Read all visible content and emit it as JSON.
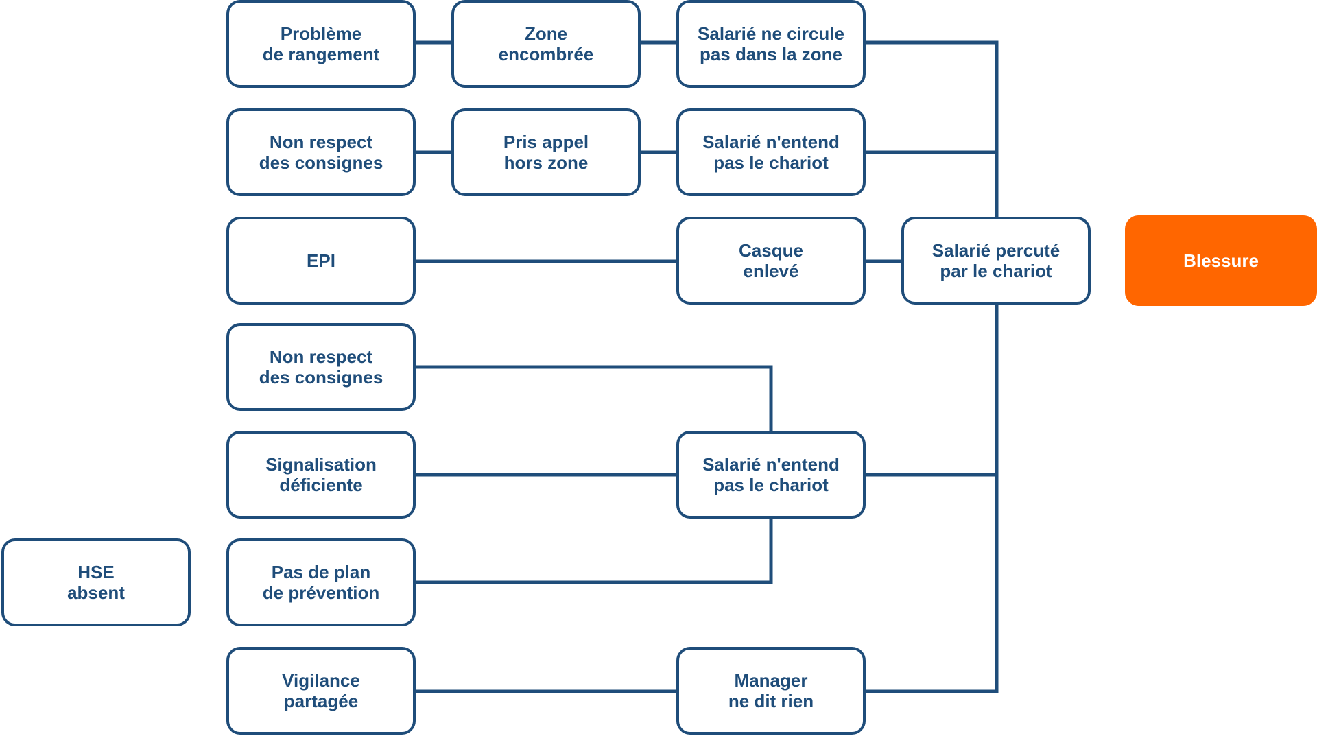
{
  "theme": {
    "line_color": "#1f4d7a",
    "outcome_color": "#ff6600"
  },
  "nodes": [
    {
      "id": "probleme-rangement",
      "label": "Problème\nde rangement"
    },
    {
      "id": "zone-encombree",
      "label": "Zone\nencombrée"
    },
    {
      "id": "salarie-circule",
      "label": "Salarié ne circule\npas dans la zone"
    },
    {
      "id": "non-respect-1",
      "label": "Non respect\ndes consignes"
    },
    {
      "id": "pris-appel",
      "label": "Pris appel\nhors zone"
    },
    {
      "id": "salarie-entend-1",
      "label": "Salarié n'entend\npas le chariot"
    },
    {
      "id": "epi",
      "label": "EPI"
    },
    {
      "id": "casque-enleve",
      "label": "Casque\nenlevé"
    },
    {
      "id": "salarie-percute",
      "label": "Salarié percuté\npar le chariot"
    },
    {
      "id": "blessure",
      "label": "Blessure"
    },
    {
      "id": "non-respect-2",
      "label": "Non respect\ndes consignes"
    },
    {
      "id": "signalisation",
      "label": "Signalisation\ndéficiente"
    },
    {
      "id": "salarie-entend-2",
      "label": "Salarié n'entend\npas le chariot"
    },
    {
      "id": "hse-absent",
      "label": "HSE\nabsent"
    },
    {
      "id": "pas-de-plan",
      "label": "Pas de plan\nde prévention"
    },
    {
      "id": "vigilance",
      "label": "Vigilance\npartagée"
    },
    {
      "id": "manager",
      "label": "Manager\nne dit rien"
    }
  ]
}
